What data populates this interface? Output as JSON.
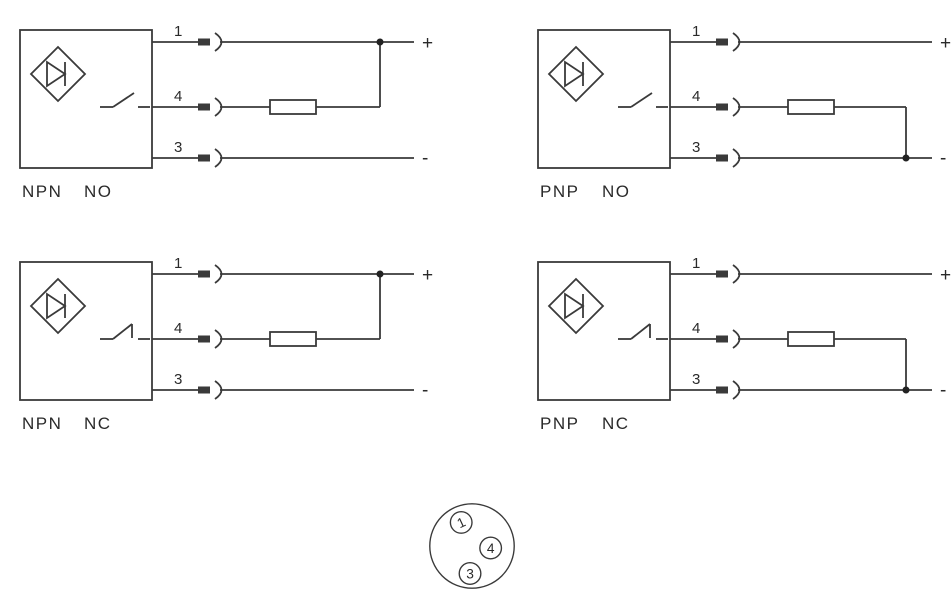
{
  "page": {
    "background": "#ffffff",
    "line_color": "#3a3a3a"
  },
  "diagrams": [
    {
      "id": "npn-no",
      "type_label": "NPN",
      "contact_label": "NO",
      "switch": "normally-open",
      "load_connected_to": "plus",
      "pins": [
        "1",
        "4",
        "3"
      ],
      "plus_label": "+",
      "minus_label": "-"
    },
    {
      "id": "pnp-no",
      "type_label": "PNP",
      "contact_label": "NO",
      "switch": "normally-open",
      "load_connected_to": "minus",
      "pins": [
        "1",
        "4",
        "3"
      ],
      "plus_label": "+",
      "minus_label": "-"
    },
    {
      "id": "npn-nc",
      "type_label": "NPN",
      "contact_label": "NC",
      "switch": "normally-closed",
      "load_connected_to": "plus",
      "pins": [
        "1",
        "4",
        "3"
      ],
      "plus_label": "+",
      "minus_label": "-"
    },
    {
      "id": "pnp-nc",
      "type_label": "PNP",
      "contact_label": "NC",
      "switch": "normally-closed",
      "load_connected_to": "minus",
      "pins": [
        "1",
        "4",
        "3"
      ],
      "plus_label": "+",
      "minus_label": "-"
    }
  ],
  "connector_view": {
    "pins": [
      "1",
      "4",
      "3"
    ]
  }
}
